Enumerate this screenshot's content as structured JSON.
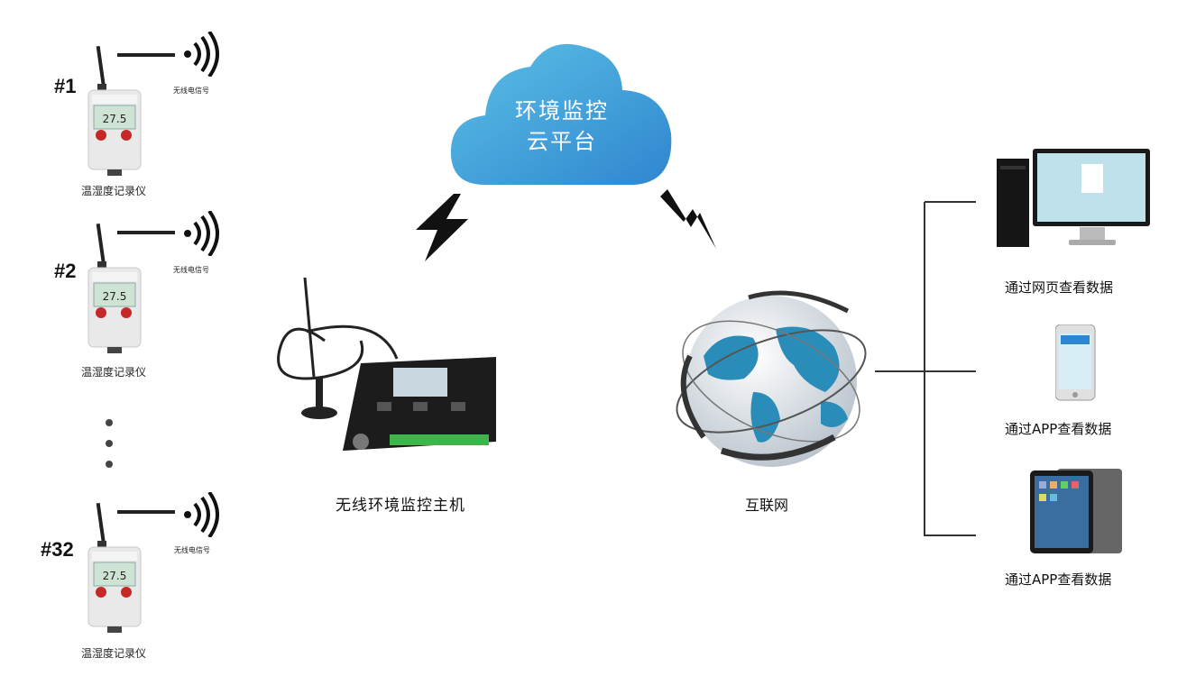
{
  "recorders": [
    {
      "number": "#1",
      "signal_label": "无线电信号",
      "caption": "温湿度记录仪",
      "display_value": "27.5"
    },
    {
      "number": "#2",
      "signal_label": "无线电信号",
      "caption": "温湿度记录仪",
      "display_value": "27.5"
    },
    {
      "number": "#32",
      "signal_label": "无线电信号",
      "caption": "温湿度记录仪",
      "display_value": "27.5"
    }
  ],
  "cloud": {
    "line1": "环境监控",
    "line2": "云平台",
    "color": "#3aa0d8"
  },
  "host": {
    "caption": "无线环境监控主机"
  },
  "internet": {
    "caption": "互联网"
  },
  "clients": [
    {
      "caption": "通过网页查看数据",
      "icon": "desktop-pc-icon"
    },
    {
      "caption": "通过APP查看数据",
      "icon": "smartphone-icon"
    },
    {
      "caption": "通过APP查看数据",
      "icon": "tablet-icon"
    }
  ]
}
